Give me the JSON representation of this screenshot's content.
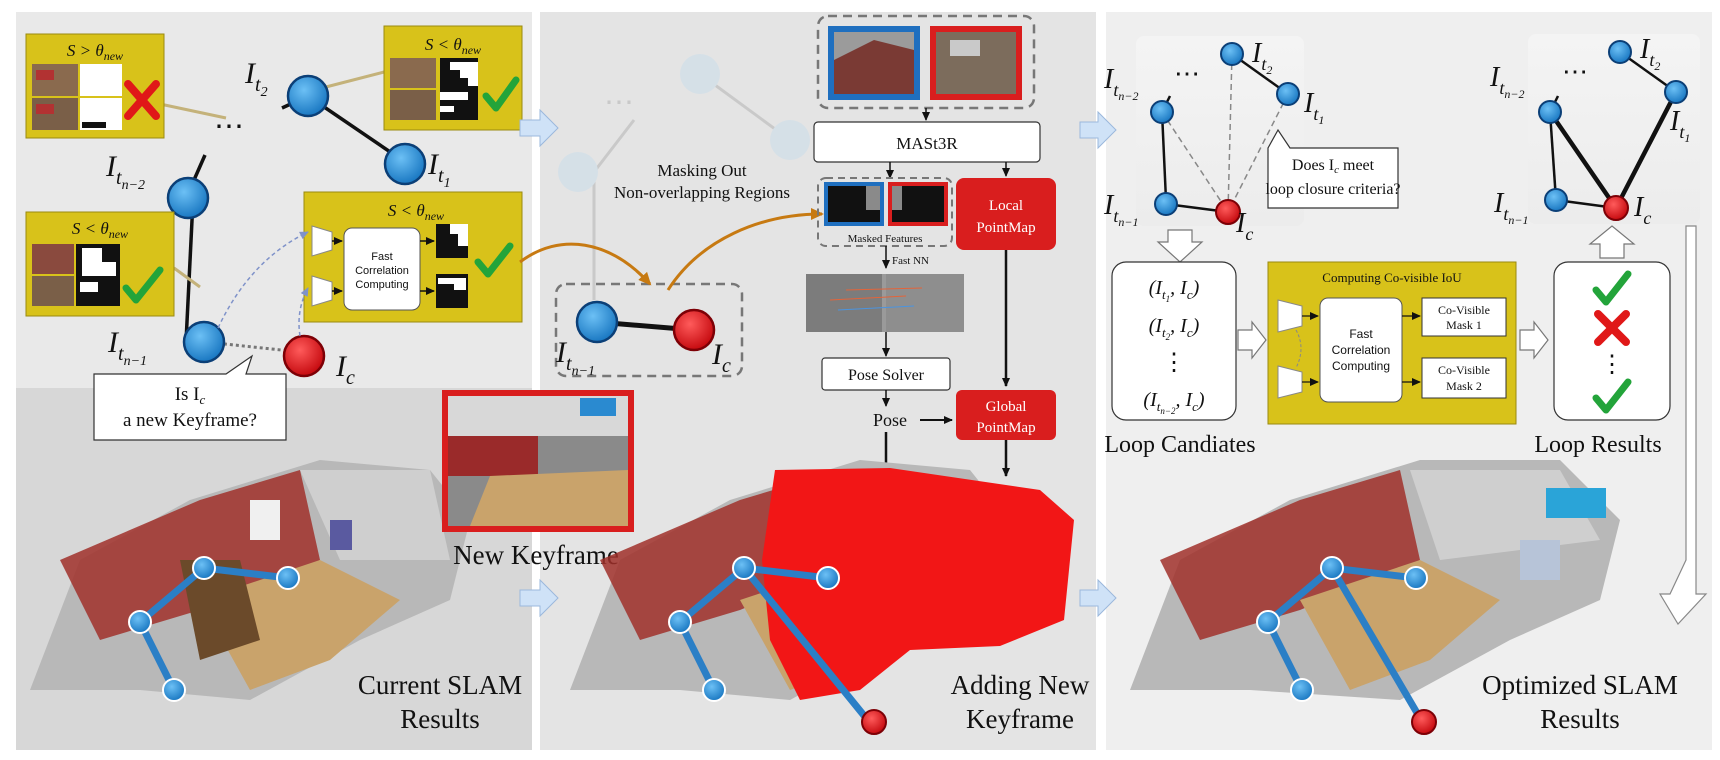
{
  "colors": {
    "node_blue": "#2b8fd8",
    "node_red": "#e0141a",
    "panel_yellow": "#d8c21a",
    "panel_gray": "#e6e6e6",
    "red_box": "#d91e1e",
    "arrow_blue": "#cfe2f7"
  },
  "labels": {
    "it2": "I",
    "it2_sub": "t",
    "it2_subsub": "2",
    "it1": "I",
    "it1_sub": "t",
    "it1_subsub": "1",
    "itn2": "I",
    "itn2_sub": "t",
    "itn2_subsub": "n−2",
    "itn1": "I",
    "itn1_sub": "t",
    "itn1_subsub": "n−1",
    "ic": "I",
    "ic_sub": "c",
    "dots": "⋯"
  },
  "left_panel": {
    "box1_title": "S > θ",
    "box1_title_sub": "new",
    "box2_title": "S < θ",
    "box2_title_sub": "new",
    "box3_title": "S < θ",
    "box3_title_sub": "new",
    "box4_title": "S < θ",
    "box4_title_sub": "new",
    "fast_corr_line1": "Fast",
    "fast_corr_line2": "Correlation",
    "fast_corr_line3": "Computing",
    "question_line1": "Is  I",
    "question_line1_sub": "c",
    "question_line2": "a new Keyframe?",
    "caption_line1": "Current SLAM",
    "caption_line2": "Results"
  },
  "middle_panel": {
    "mast3r": "MASt3R",
    "masking_line1": "Masking Out",
    "masking_line2": "Non-overlapping Regions",
    "masked_features": "Masked Features",
    "fast_nn": "Fast NN",
    "local_pointmap_line1": "Local",
    "local_pointmap_line2": "PointMap",
    "pose_solver": "Pose Solver",
    "pose": "Pose",
    "global_pointmap_line1": "Global",
    "global_pointmap_line2": "PointMap",
    "new_keyframe": "New Keyframe",
    "caption_line1": "Adding New",
    "caption_line2": "Keyframe"
  },
  "right_panel": {
    "question_line1": "Does I",
    "question_line1_sub": "c",
    "question_line1_end": " meet",
    "question_line2": "loop closure criteria?",
    "cand1": "(I",
    "cand1_sub": "t",
    "cand1_subsub": "1",
    "cand2": "(I",
    "cand2_sub": "t",
    "cand2_subsub": "2",
    "cand_vdots": "⋮",
    "cand3": "(I",
    "cand3_sub": "t",
    "cand3_subsub": "n−2",
    "cand_ic": ", I",
    "cand_ic_sub": "c",
    "cand_close": ")",
    "loop_candidates": "Loop Candiates",
    "covisible_title": "Computing Co-visible IoU",
    "fast_corr_line1": "Fast",
    "fast_corr_line2": "Correlation",
    "fast_corr_line3": "Computing",
    "mask1_line1": "Co-Visible",
    "mask1_line2": "Mask 1",
    "mask2_line1": "Co-Visible",
    "mask2_line2": "Mask 2",
    "loop_results": "Loop Results",
    "results_vdots": "⋮",
    "caption_line1": "Optimized SLAM",
    "caption_line2": "Results"
  }
}
